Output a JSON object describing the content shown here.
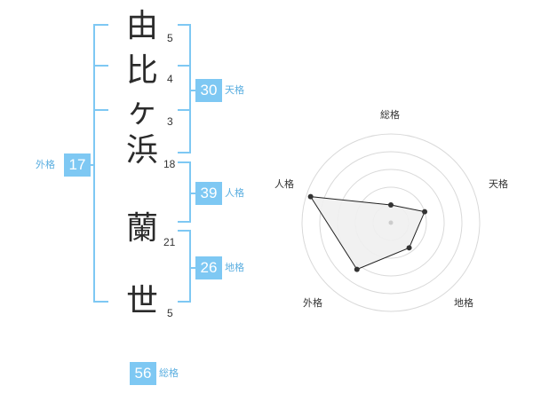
{
  "name_chars": [
    {
      "char": "由",
      "strokes": "5"
    },
    {
      "char": "比",
      "strokes": "4"
    },
    {
      "char": "ヶ",
      "strokes": "3"
    },
    {
      "char": "浜",
      "strokes": "18"
    },
    {
      "char": "蘭",
      "strokes": "21"
    },
    {
      "char": "世",
      "strokes": "5"
    }
  ],
  "kaku": {
    "tenkaku": {
      "value": "30",
      "label": "天格"
    },
    "jinkaku": {
      "value": "39",
      "label": "人格"
    },
    "chikaku": {
      "value": "26",
      "label": "地格"
    },
    "gaikaku": {
      "value": "17",
      "label": "外格"
    },
    "soukaku": {
      "value": "56",
      "label": "総格"
    }
  },
  "radar": {
    "axes": [
      "総格",
      "天格",
      "地格",
      "外格",
      "人格"
    ],
    "values": [
      0.2,
      0.4,
      0.35,
      0.65,
      0.95
    ],
    "colors": {
      "grid": "#d9d9d9",
      "fill": "#efefef",
      "line": "#222222",
      "point": "#333333",
      "center": "#cccccc"
    }
  },
  "colors": {
    "bracket": "#7ec8f3",
    "badge": "#7ec8f3",
    "badge_label": "#5aaee0"
  }
}
